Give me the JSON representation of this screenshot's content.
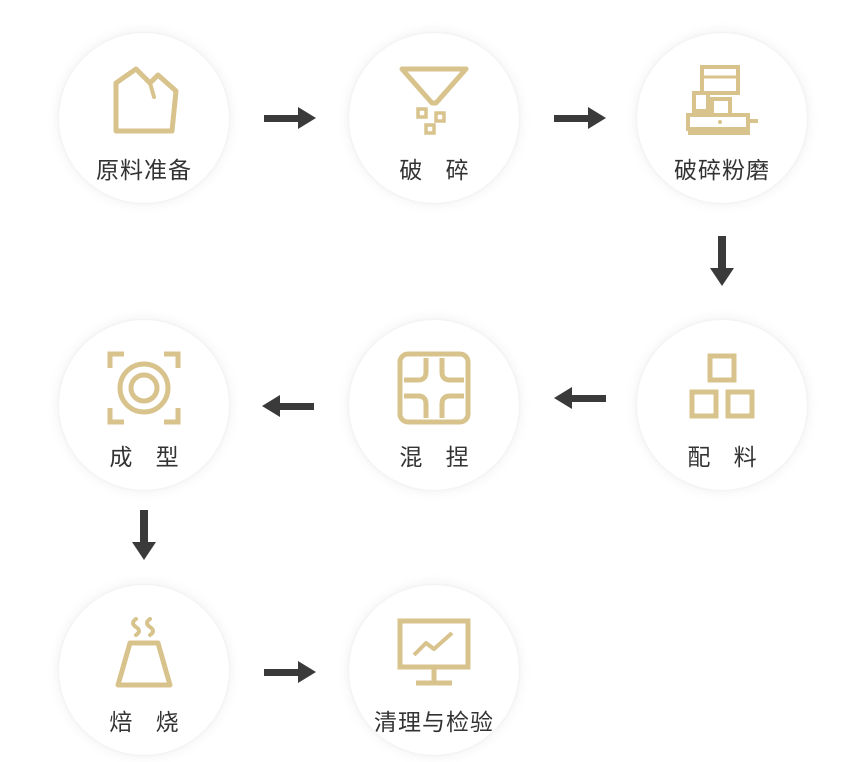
{
  "colors": {
    "icon": "#d8c38d",
    "arrow": "#3a3a3a",
    "text": "#333333"
  },
  "steps": [
    {
      "id": "raw-material",
      "label": "原料准备",
      "icon": "rock-icon"
    },
    {
      "id": "crushing",
      "label": "破 碎",
      "icon": "funnel-icon"
    },
    {
      "id": "grinding",
      "label": "破碎粉磨",
      "icon": "mill-machine-icon"
    },
    {
      "id": "batching",
      "label": "配 料",
      "icon": "blocks-icon"
    },
    {
      "id": "mixing",
      "label": "混 捏",
      "icon": "mixer-icon"
    },
    {
      "id": "forming",
      "label": "成 型",
      "icon": "ring-target-icon"
    },
    {
      "id": "roasting",
      "label": "焙 烧",
      "icon": "kiln-icon"
    },
    {
      "id": "inspection",
      "label": "清理与检验",
      "icon": "monitor-chart-icon"
    }
  ]
}
